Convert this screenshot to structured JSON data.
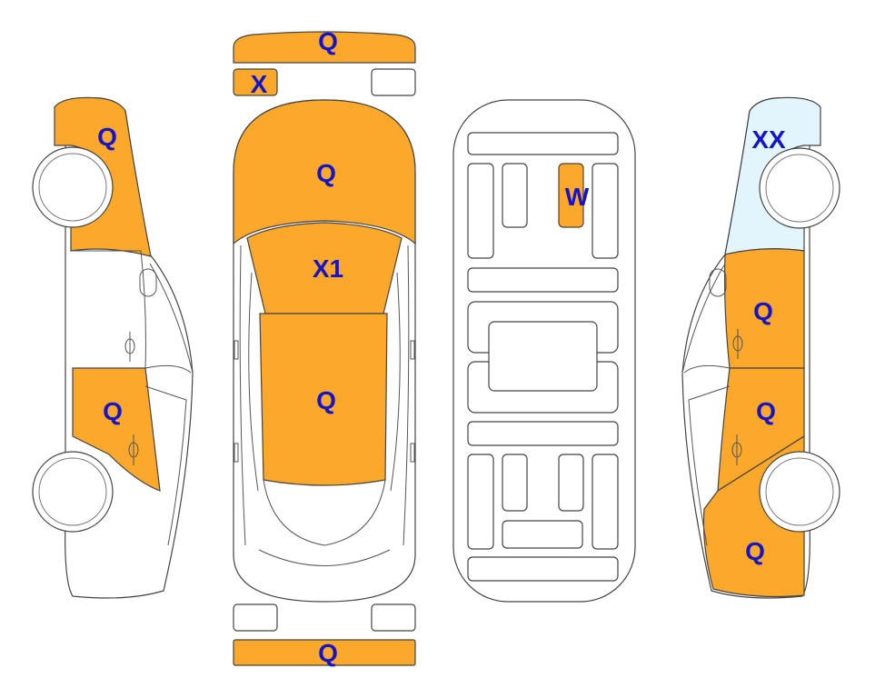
{
  "colors": {
    "damaged": "#FCA82A",
    "light": "#E2F5FC",
    "label": "#1414C8",
    "line": "#444444"
  },
  "labels": {
    "front_bumper": "Q",
    "front_left_lamp": "X",
    "hood": "Q",
    "windshield": "X1",
    "roof": "Q",
    "rear_bumper": "Q",
    "left_front_fender": "Q",
    "left_rear_door": "Q",
    "underbody_part": "W",
    "right_front_fender": "XX",
    "right_front_door": "Q",
    "right_rear_door": "Q",
    "right_rear_quarter": "Q"
  }
}
